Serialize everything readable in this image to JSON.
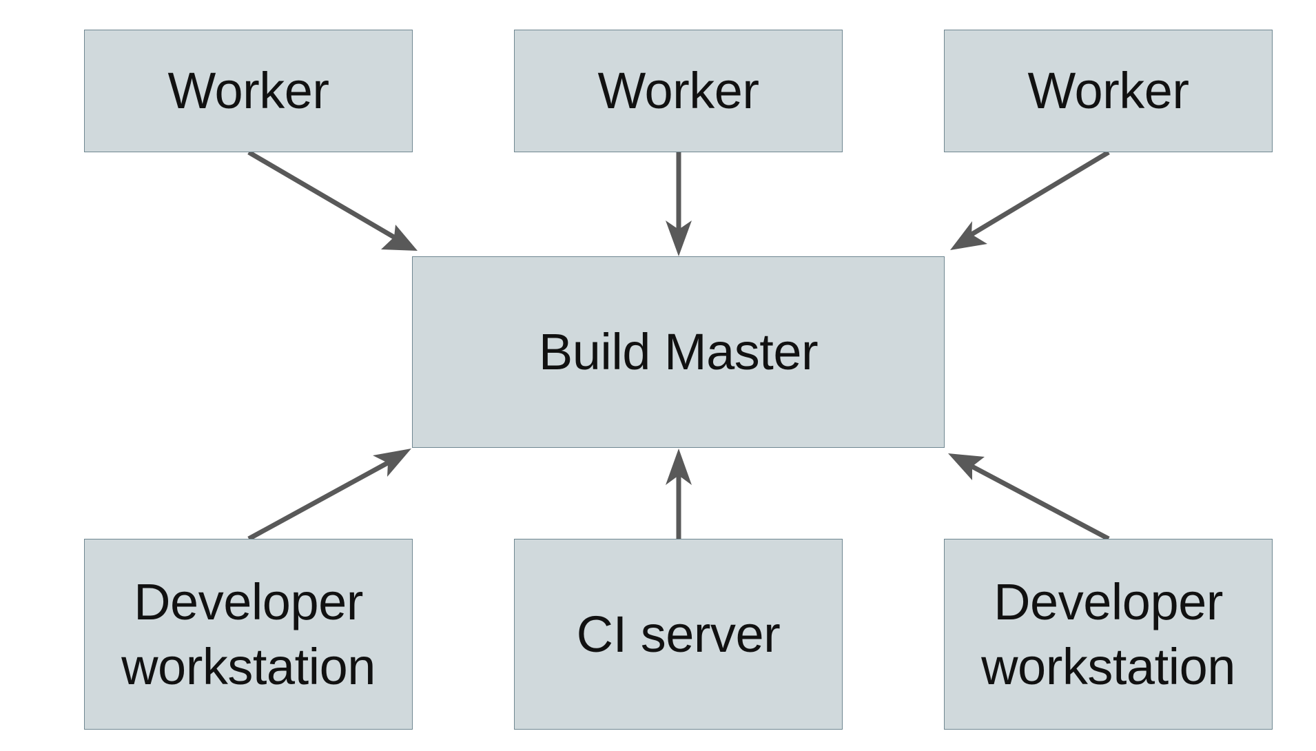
{
  "nodes": {
    "worker_left": "Worker",
    "worker_center": "Worker",
    "worker_right": "Worker",
    "build_master": "Build Master",
    "dev_left": [
      "Developer",
      "workstation"
    ],
    "ci_server": "CI server",
    "dev_right": [
      "Developer",
      "workstation"
    ]
  },
  "edges": [
    {
      "from": "worker_left",
      "to": "build_master"
    },
    {
      "from": "worker_center",
      "to": "build_master"
    },
    {
      "from": "worker_right",
      "to": "build_master"
    },
    {
      "from": "dev_left",
      "to": "build_master"
    },
    {
      "from": "ci_server",
      "to": "build_master"
    },
    {
      "from": "dev_right",
      "to": "build_master"
    }
  ],
  "colors": {
    "box_fill": "#d0d9dc",
    "box_border": "#6e8690",
    "arrow": "#595959",
    "text": "#111111"
  }
}
